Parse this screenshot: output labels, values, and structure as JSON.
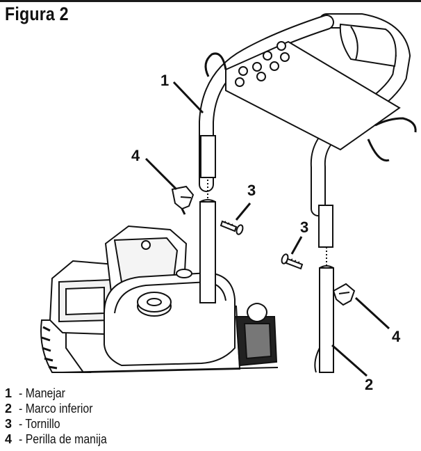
{
  "figure": {
    "title": "Figura 2"
  },
  "callouts": [
    {
      "id": "1"
    },
    {
      "id": "4"
    },
    {
      "id": "3"
    },
    {
      "id": "3"
    },
    {
      "id": "4"
    },
    {
      "id": "2"
    }
  ],
  "legend": [
    {
      "num": "1",
      "dash": "-",
      "label": "Manejar"
    },
    {
      "num": "2",
      "dash": "-",
      "label": "Marco inferior"
    },
    {
      "num": "3",
      "dash": "-",
      "label": "Tornillo"
    },
    {
      "num": "4",
      "dash": "-",
      "label": "Perilla de manija"
    }
  ]
}
